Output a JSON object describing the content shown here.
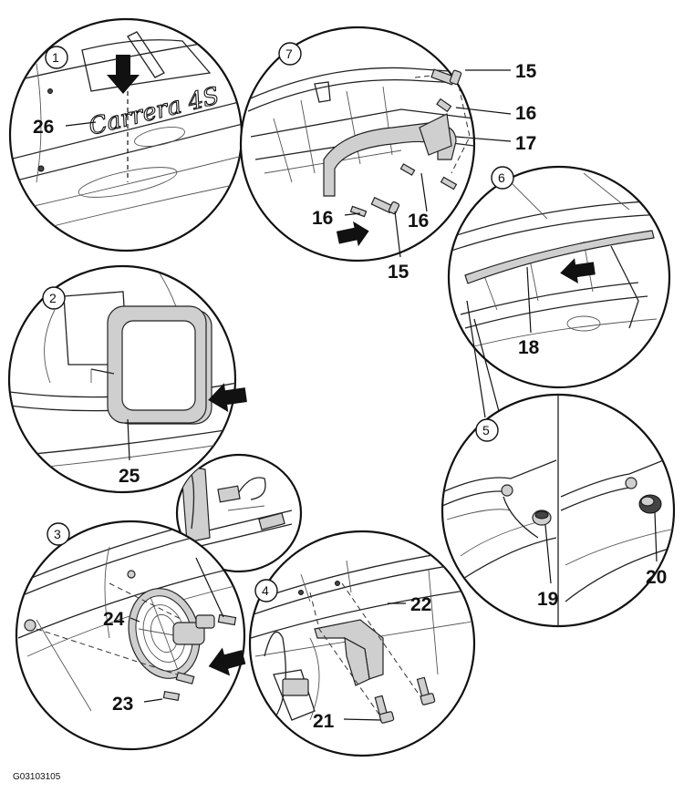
{
  "figure_code": "G03103105",
  "steps": [
    "1",
    "2",
    "3",
    "4",
    "5",
    "6",
    "7"
  ],
  "callouts": {
    "c15a": "15",
    "c15b": "15",
    "c16a": "16",
    "c16b": "16",
    "c16c": "16",
    "c17": "17",
    "c18": "18",
    "c19": "19",
    "c20": "20",
    "c21": "21",
    "c22": "22",
    "c23": "23",
    "c24": "24",
    "c25": "25",
    "c26": "26"
  },
  "emblem_text": "Carrera 4S",
  "colors": {
    "line": "#111111",
    "part_fill": "#cfcfcf",
    "background": "#ffffff"
  }
}
